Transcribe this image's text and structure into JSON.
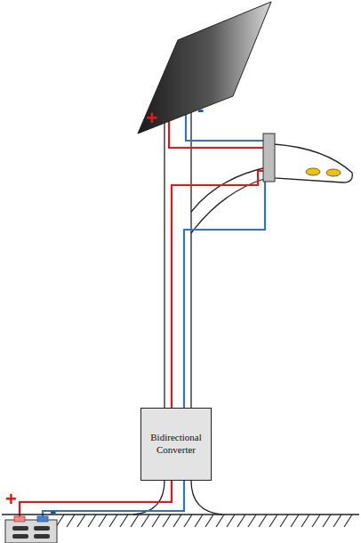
{
  "diagram": {
    "nodes": [
      {
        "text": [
          "Bidirectional Converter"
        ]
      }
    ],
    "labels": [
      "+",
      "-",
      "+",
      "-"
    ]
  }
}
